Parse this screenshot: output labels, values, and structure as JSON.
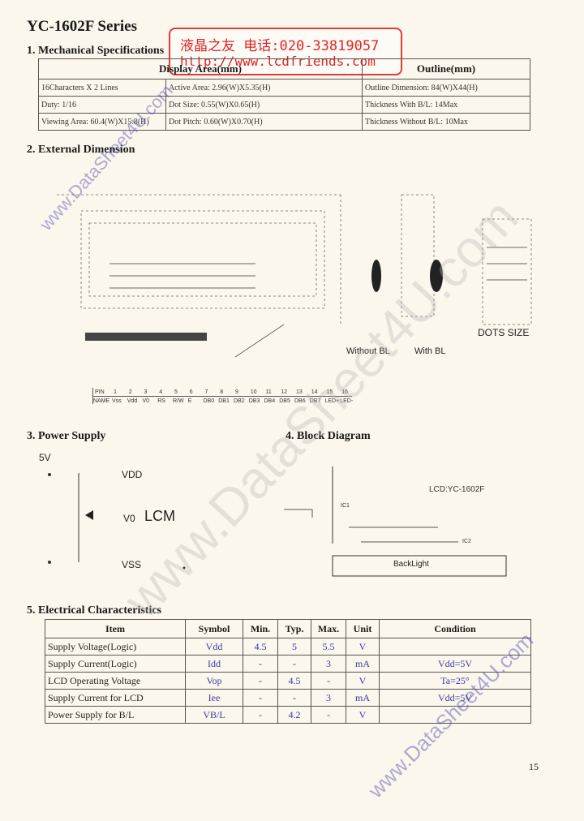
{
  "title": "YC-1602F Series",
  "sections": {
    "mech": "1. Mechanical Specifications",
    "ext": "2. External Dimension",
    "power": "3. Power Supply",
    "block": "4. Block Diagram",
    "elec": "5. Electrical Characteristics"
  },
  "stamp": {
    "line1": "液晶之友 电话:020-33819057",
    "line2": "http://www.lcdfriends.com"
  },
  "watermark": "www.DataSheet4U.com",
  "mech_table": {
    "headers": [
      "Display Area(mm)",
      "Outline(mm)"
    ],
    "rows": [
      [
        "16Characters X 2 Lines",
        "Active Area: 2.96(W)X5.35(H)",
        "Outline Dimension: 84(W)X44(H)"
      ],
      [
        "Duty: 1/16",
        "Dot Size: 0.55(W)X0.65(H)",
        "Thickness With B/L: 14Max"
      ],
      [
        "Viewing Area: 60.4(W)X15.8(H)",
        "Dot Pitch: 0.60(W)X0.70(H)",
        "Thickness Without B/L: 10Max"
      ]
    ]
  },
  "dim_labels": {
    "without_bl": "Without BL",
    "with_bl": "With BL",
    "dots_size": "DOTS SIZE"
  },
  "pins": {
    "pin_label": "PIN",
    "name_label": "NAME",
    "numbers": [
      "1",
      "2",
      "3",
      "4",
      "5",
      "6",
      "7",
      "8",
      "9",
      "10",
      "11",
      "12",
      "13",
      "14",
      "15",
      "16"
    ],
    "names": [
      "Vss",
      "Vdd",
      "V0",
      "RS",
      "R/W",
      "E",
      "DB0",
      "DB1",
      "DB2",
      "DB3",
      "DB4",
      "DB5",
      "DB6",
      "DB7",
      "LED+",
      "LED-"
    ]
  },
  "power": {
    "v5": "5V",
    "vdd": "VDD",
    "v0": "V0",
    "lcm": "LCM",
    "vss": "VSS"
  },
  "block": {
    "lcd_label": "LCD:YC-1602F",
    "ic1": "IC1",
    "ic2": "IC2",
    "backlight": "BackLight"
  },
  "elec_table": {
    "headers": [
      "Item",
      "Symbol",
      "Min.",
      "Typ.",
      "Max.",
      "Unit",
      "Condition"
    ],
    "rows": [
      [
        "Supply Voltage(Logic)",
        "Vdd",
        "4.5",
        "5",
        "5.5",
        "V",
        ""
      ],
      [
        "Supply Current(Logic)",
        "Idd",
        "-",
        "-",
        "3",
        "mA",
        "Vdd=5V"
      ],
      [
        "LCD Operating Voltage",
        "Vop",
        "-",
        "4.5",
        "-",
        "V",
        "Ta=25°"
      ],
      [
        "Supply Current for LCD",
        "Iee",
        "-",
        "-",
        "3",
        "mA",
        "Vdd=5V"
      ],
      [
        "Power Supply for B/L",
        "VB/L",
        "-",
        "4.2",
        "-",
        "V",
        ""
      ]
    ]
  },
  "page_number": "15"
}
